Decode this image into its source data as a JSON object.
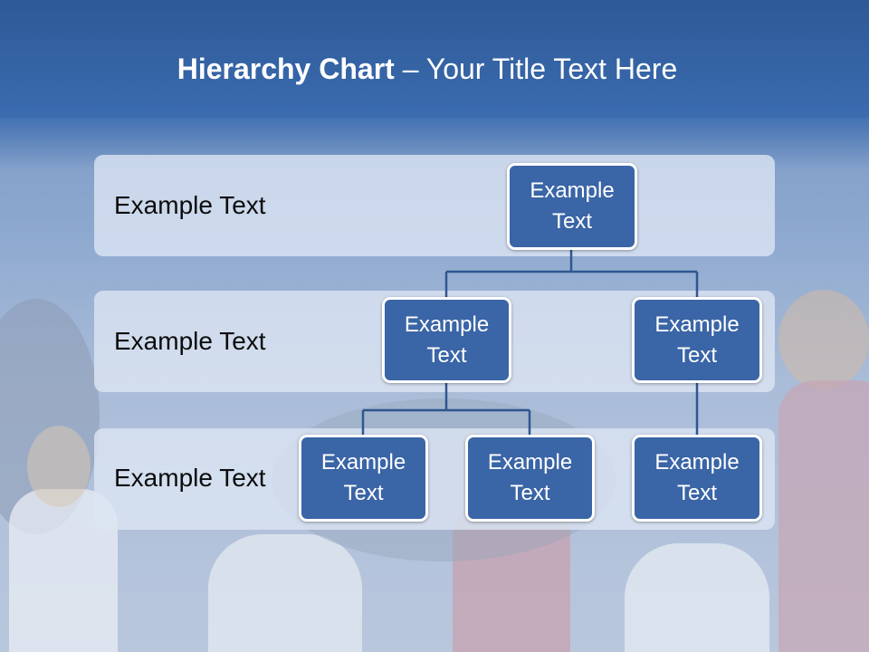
{
  "slide": {
    "title_bold": "Hierarchy Chart",
    "title_rest": " – Your Title Text Here"
  },
  "levels": [
    {
      "label": "Example Text"
    },
    {
      "label": "Example Text"
    },
    {
      "label": "Example Text"
    }
  ],
  "nodes": {
    "root": "Example Text",
    "mid_left": "Example Text",
    "mid_right": "Example Text",
    "leaf_1": "Example Text",
    "leaf_2": "Example Text",
    "leaf_3": "Example Text"
  },
  "colors": {
    "title_band": "#2d5997",
    "node_fill": "#3a65a6",
    "node_border": "#ffffff",
    "connector": "#2f5790",
    "band_fill": "#dce5f2"
  }
}
